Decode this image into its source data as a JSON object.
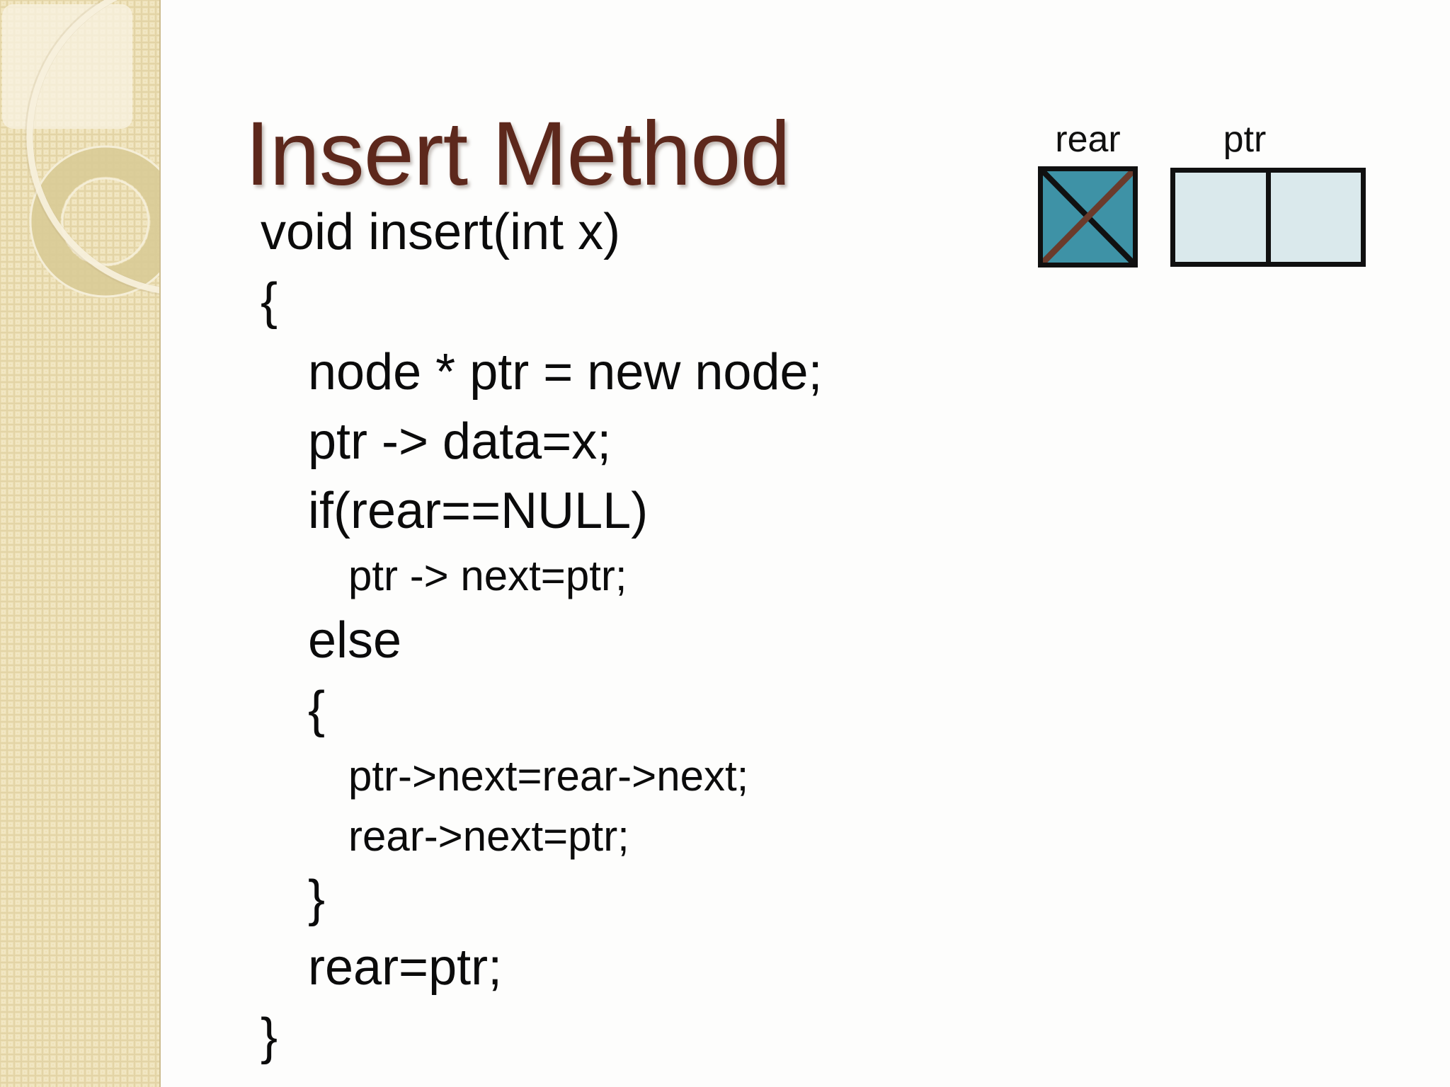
{
  "slide": {
    "title": "Insert Method"
  },
  "code": {
    "lines": [
      {
        "text": "void insert(int x)"
      },
      {
        "text": "{"
      },
      {
        "text": "node * ptr = new node;"
      },
      {
        "text": "ptr -> data=x;"
      },
      {
        "text": "if(rear==NULL)"
      },
      {
        "text": "ptr -> next=ptr;"
      },
      {
        "text": "else"
      },
      {
        "text": "{"
      },
      {
        "text": "ptr->next=rear->next;"
      },
      {
        "text": "rear->next=ptr;"
      },
      {
        "text": "}"
      },
      {
        "text": "rear=ptr;"
      },
      {
        "text": "}"
      }
    ]
  },
  "diagram": {
    "rear_label": "rear",
    "ptr_label": "ptr"
  },
  "colors": {
    "title_text": "#5D281C",
    "code_text": "#0B0B0B",
    "rear_box_fill": "#3E92A6",
    "ptr_box_fill": "#DAE9EC",
    "cross_black": "#111111",
    "cross_brown": "#6B3B2C",
    "sidebar_base": "#EDE0B6",
    "sidebar_ring": "#D9CB97",
    "sidebar_cream": "#F8F2DF",
    "background": "#FDFDFC"
  }
}
